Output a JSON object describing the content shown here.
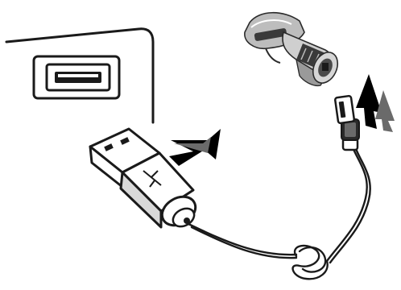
{
  "diagram": {
    "type": "illustration",
    "parts": [
      {
        "id": "host-port",
        "icon": "usb-port-icon"
      },
      {
        "id": "usb-connector",
        "icon": "usb-plug-icon"
      },
      {
        "id": "cable",
        "icon": "coiled-cable-icon"
      },
      {
        "id": "cable-connector",
        "icon": "rj-plug-icon"
      },
      {
        "id": "scanner",
        "icon": "barcode-scanner-icon"
      }
    ],
    "arrows": [
      {
        "id": "arrow-usb",
        "direction": "up-right"
      },
      {
        "id": "arrow-scanner",
        "direction": "up"
      }
    ],
    "colors": {
      "line": "#1a1a1a",
      "arrow": "#000000",
      "scanner_body": "#bdbdbd",
      "scanner_dark": "#3a3a3a"
    }
  }
}
